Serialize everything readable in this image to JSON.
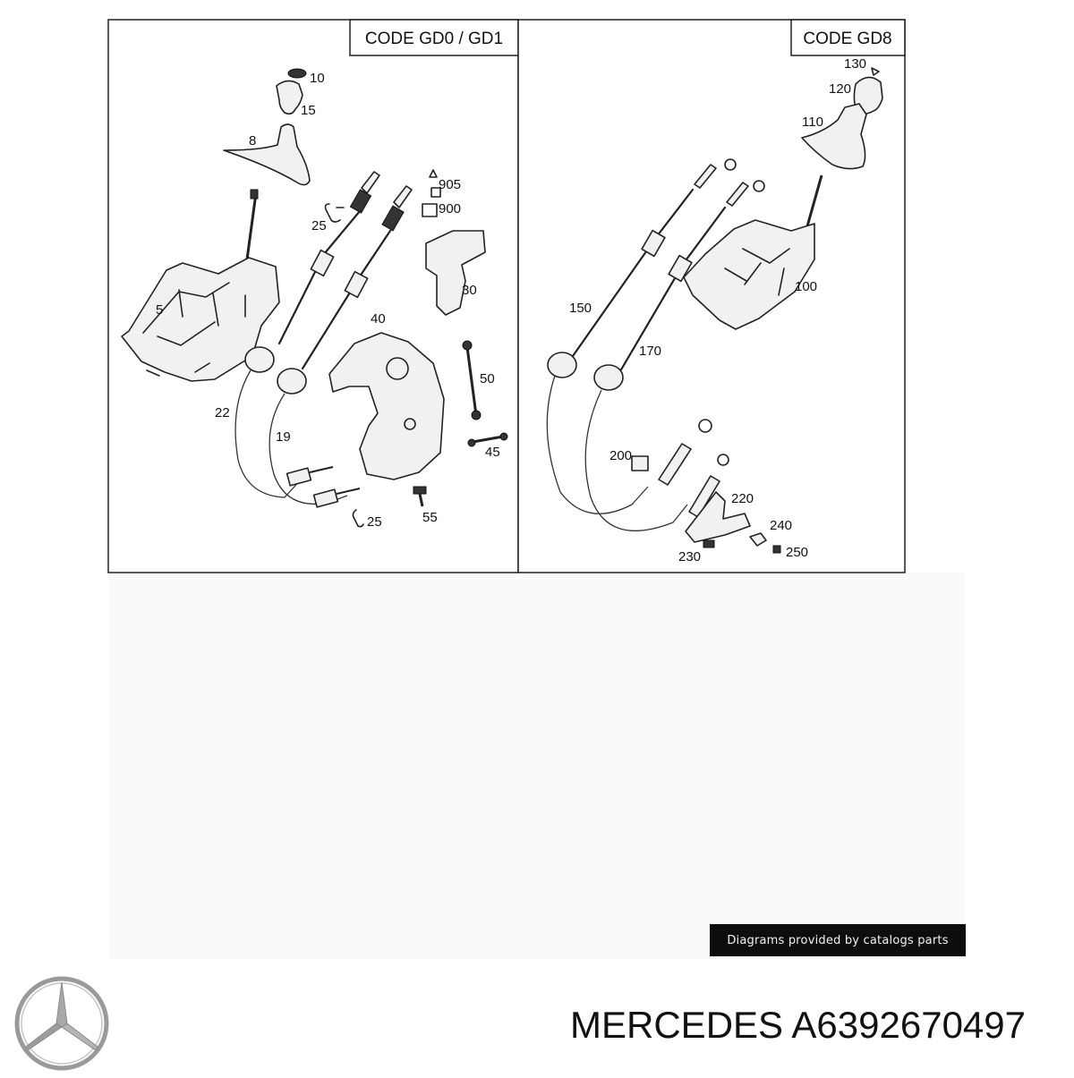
{
  "panels": {
    "left": {
      "code": "CODE GD0 / GD1",
      "callouts": [
        "10",
        "15",
        "8",
        "25",
        "905",
        "900",
        "30",
        "5",
        "40",
        "50",
        "22",
        "19",
        "45",
        "25",
        "55"
      ]
    },
    "right": {
      "code": "CODE GD8",
      "callouts": [
        "130",
        "120",
        "110",
        "100",
        "150",
        "170",
        "200",
        "220",
        "240",
        "230",
        "250"
      ]
    }
  },
  "credit_badge": "Diagrams provided by catalogs parts",
  "brand_title": "MERCEDES A6392670497",
  "logo_icon": "mercedes-star-icon",
  "colors": {
    "line": "#222222",
    "badge_bg": "#0d0d0d",
    "badge_text": "#f2f2f2",
    "logo": "#9a9a9a"
  }
}
